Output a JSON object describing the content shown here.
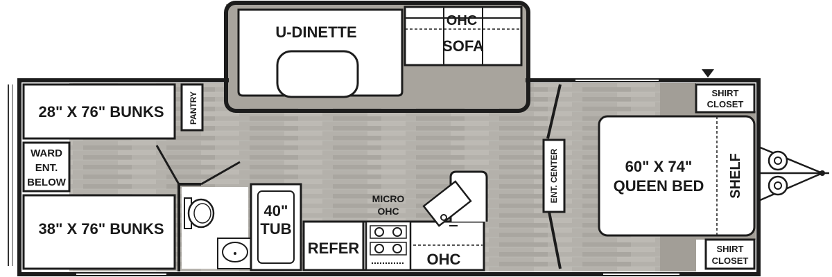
{
  "floorplan": {
    "labels": {
      "u_dinette": "U-DINETTE",
      "ohc_top": "OHC",
      "sofa": "SOFA",
      "bunks_top": "28\" X 76\" BUNKS",
      "pantry": "PANTRY",
      "ward_line1": "WARD",
      "ward_line2": "ENT.",
      "ward_line3": "BELOW",
      "bunks_bottom": "38\" X 76\" BUNKS",
      "tub_line1": "40\"",
      "tub_line2": "TUB",
      "micro_line1": "MICRO",
      "micro_line2": "OHC",
      "refer": "REFER",
      "ohc_kitchen": "OHC",
      "ent_center": "ENT. CENTER",
      "bed_line1": "60\" X 74\"",
      "bed_line2": "QUEEN BED",
      "shelf": "SHELF",
      "closet_top_line1": "SHIRT",
      "closet_top_line2": "CLOSET",
      "closet_bottom_line1": "SHIRT",
      "closet_bottom_line2": "CLOSET"
    },
    "colors": {
      "wall": "#1c1c1c",
      "floor_wood": "#b3b0aa",
      "floor_carpet": "#a29e97",
      "fixture_fill": "#ffffff"
    }
  }
}
